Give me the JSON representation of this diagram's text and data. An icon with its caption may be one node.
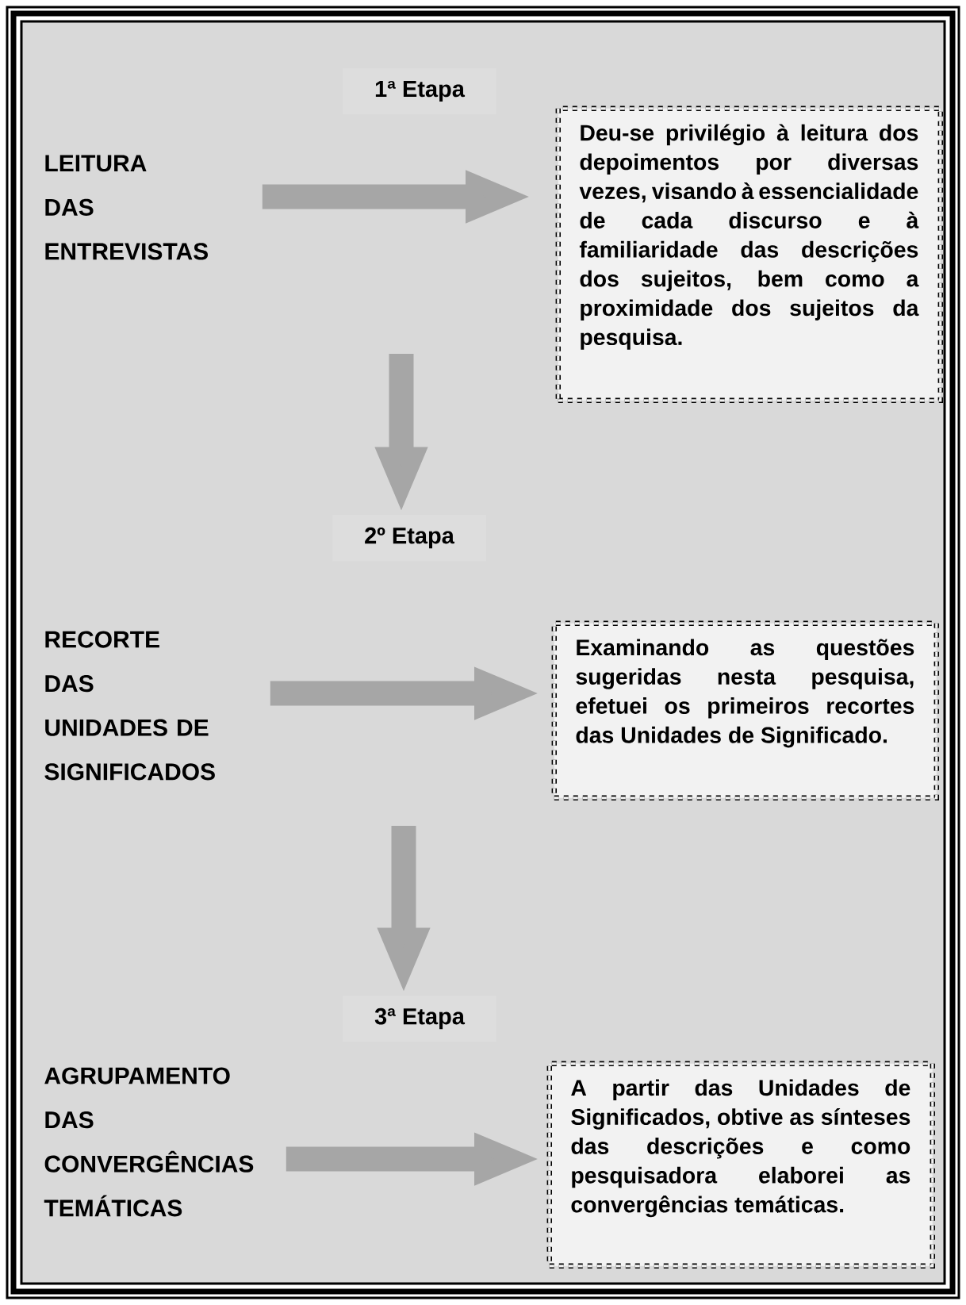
{
  "diagram": {
    "nodes": [
      {
        "text": [
          "1ª Etapa"
        ]
      },
      {
        "text": [
          "LEITURA DAS ENTREVISTAS"
        ]
      },
      {
        "text": [
          "Deu-se privilégio à leitura dos depoimentos por diversas vezes, visando à essencialidade de cada discurso e à familiaridade das descrições dos sujeitos, bem como a proximidade dos sujeitos da pesquisa."
        ]
      },
      {
        "text": [
          "2º Etapa"
        ]
      },
      {
        "text": [
          "RECORTE DAS UNIDADES DE SIGNIFICADOS"
        ]
      },
      {
        "text": [
          "Examinando as questões sugeridas nesta pesquisa, efetuei os primeiros recortes das Unidades de Significado."
        ]
      },
      {
        "text": [
          "3ª Etapa"
        ]
      },
      {
        "text": [
          "AGRUPAMENTO DAS CONVERGÊNCIAS TEMÁTICAS"
        ]
      },
      {
        "text": [
          "A partir das Unidades de Significados, obtive as sínteses das descrições e como pesquisadora elaborei as convergências temáticas."
        ]
      }
    ],
    "edges": [
      {
        "from": 1,
        "to": 2,
        "arrow": "to"
      },
      {
        "from": null,
        "to": 3,
        "arrow": "to"
      },
      {
        "from": 4,
        "to": 5,
        "arrow": "to"
      },
      {
        "from": null,
        "to": 6,
        "arrow": "to"
      },
      {
        "from": 7,
        "to": 8,
        "arrow": "to"
      }
    ]
  }
}
